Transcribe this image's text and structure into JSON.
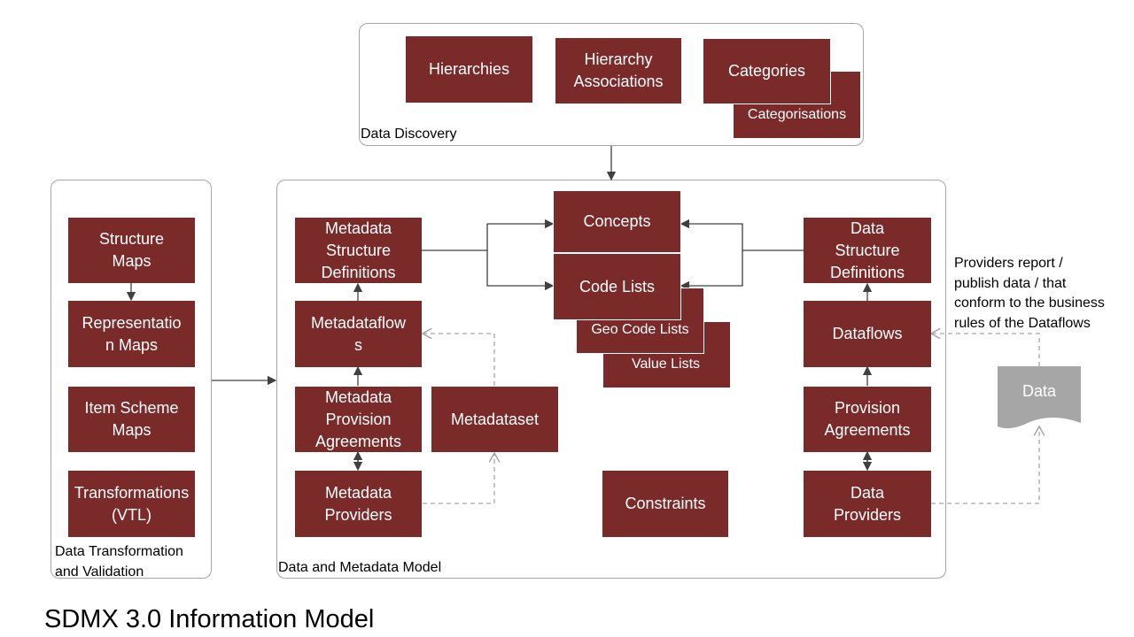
{
  "title": "SDMX 3.0 Information Model",
  "groups": {
    "discovery": "Data Discovery",
    "transformation": "Data Transformation\nand Validation",
    "model": "Data and Metadata Model"
  },
  "boxes": {
    "hierarchies": "Hierarchies",
    "hierarchy_associations": "Hierarchy\nAssociations",
    "categories": "Categories",
    "categorisations": "Categorisations",
    "structure_maps": "Structure\nMaps",
    "representation_maps": "Representatio\nn Maps",
    "item_scheme_maps": "Item Scheme\nMaps",
    "transformations": "Transformations\n(VTL)",
    "metadata_structure_definitions": "Metadata\nStructure\nDefinitions",
    "metadataflows": "Metadataflow\ns",
    "metadata_provision_agreements": "Metadata\nProvision\nAgreements",
    "metadata_providers": "Metadata\nProviders",
    "metadataset": "Metadataset",
    "concepts": "Concepts",
    "code_lists": "Code Lists",
    "geo_code_lists": "Geo Code Lists",
    "value_lists": "Value Lists",
    "constraints": "Constraints",
    "data_structure_definitions": "Data\nStructure\nDefinitions",
    "dataflows": "Dataflows",
    "provision_agreements": "Provision\nAgreements",
    "data_providers": "Data\nProviders"
  },
  "data_doc": "Data",
  "providers_note": "Providers report /\npublish data / that\nconform to the business\nrules of the Dataflows",
  "colors": {
    "box_fill": "#7b2a2a",
    "box_text": "#ffffff",
    "group_border": "#a6a6a6",
    "doc_fill": "#a6a6a6",
    "dashed": "#a6a6a6"
  }
}
